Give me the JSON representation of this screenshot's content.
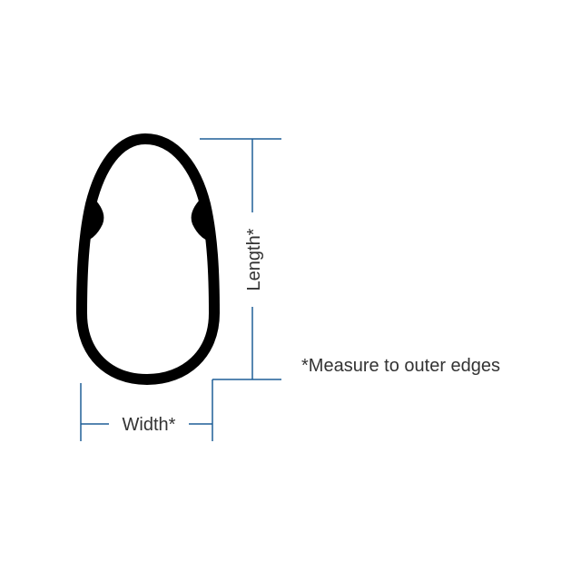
{
  "diagram": {
    "length_label": "Length*",
    "width_label": "Width*",
    "note": "*Measure to outer edges"
  },
  "colors": {
    "outline": "#000000",
    "dimension_line": "#1f5f97",
    "text": "#333333",
    "background": "#ffffff"
  },
  "icons": {
    "shape": "oval-outline-icon"
  }
}
